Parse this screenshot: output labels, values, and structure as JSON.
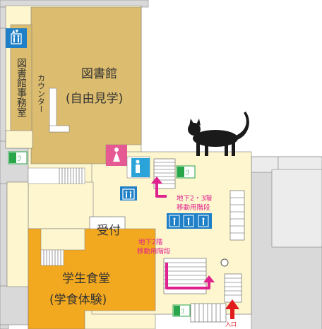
{
  "rooms": {
    "library": {
      "line1": "図書館",
      "line2": "(自由見学)"
    },
    "library_office": {
      "label": "図書館事務室"
    },
    "counter": {
      "label": "カウンター"
    },
    "reception": {
      "label": "受付"
    },
    "cafeteria": {
      "line1": "学生食堂",
      "line2": "(学食体験)"
    }
  },
  "stairs": {
    "b2_b3": {
      "line1": "地下2・3階",
      "line2": "移動用階段"
    },
    "b2": {
      "line1": "地下2階",
      "line2": "移動用階段"
    }
  },
  "entrance": {
    "label": "入口"
  },
  "colors": {
    "floor": "#fdf6cf",
    "library": "#dcbc6e",
    "cafeteria": "#f2a81f",
    "wall": "#d9d9d9",
    "outline": "#808080",
    "elevator": "#1f7fc7",
    "restroom_female": "#e65a93",
    "exit_sign": "#2aa64a",
    "route": "#e0208c",
    "entrance_arrow": "#e01c1c"
  },
  "icons": [
    "elevator-icon",
    "female-restroom-icon",
    "male-restroom-icon",
    "emergency-exit-icon",
    "cat-silhouette"
  ]
}
